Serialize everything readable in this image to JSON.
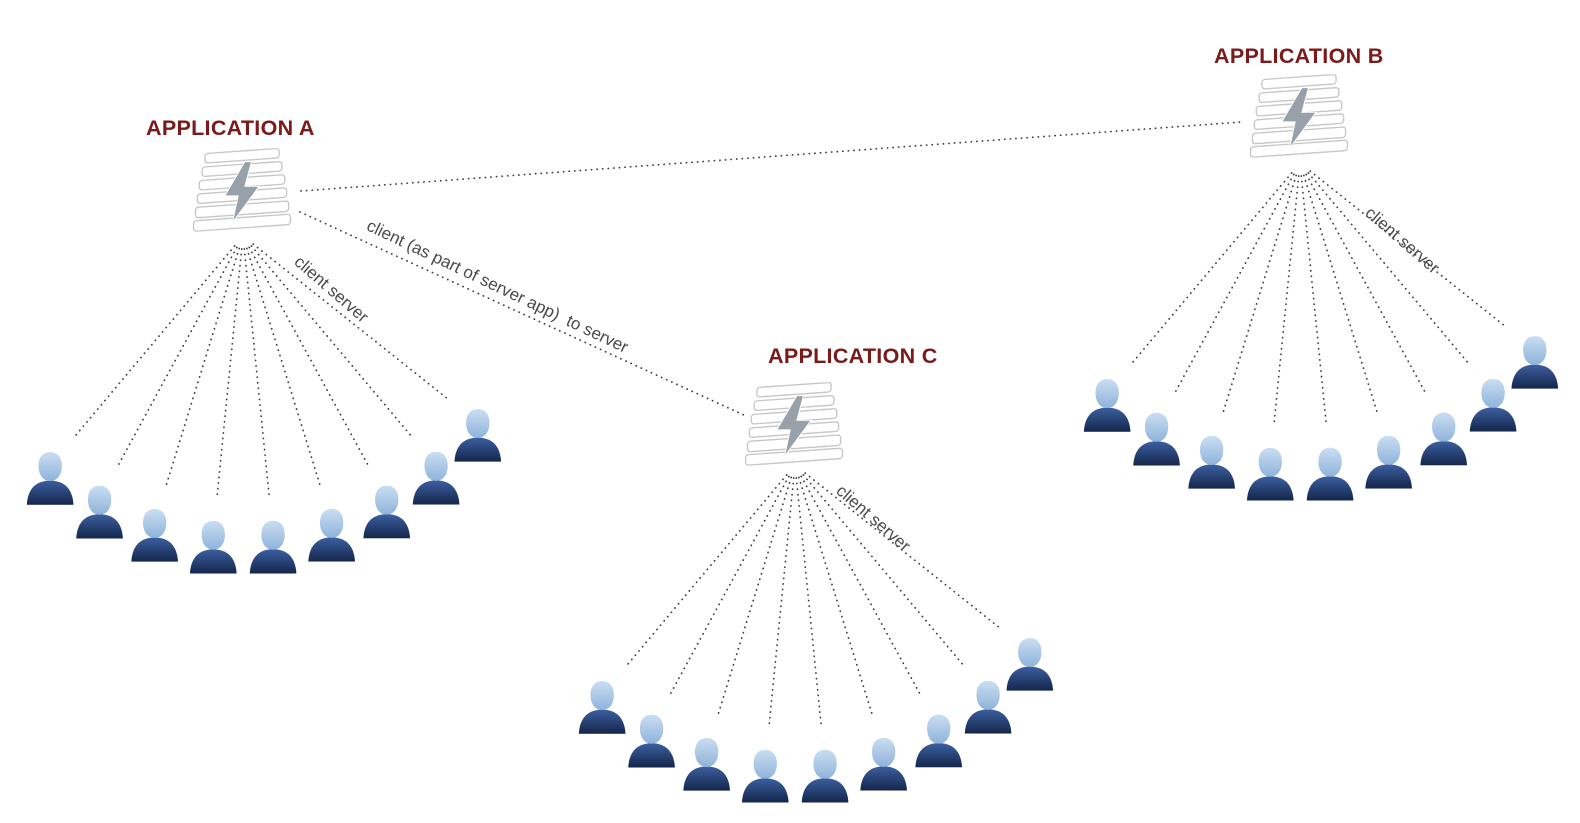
{
  "diagram": {
    "applications": [
      {
        "id": "A",
        "label": "APPLICATION A",
        "fan_label": "client server",
        "clients": 9
      },
      {
        "id": "B",
        "label": "APPLICATION B",
        "fan_label": "client server",
        "clients": 9
      },
      {
        "id": "C",
        "label": "APPLICATION C",
        "fan_label": "client server",
        "clients": 9
      }
    ],
    "connections": [
      {
        "from": "A",
        "to": "B",
        "label": ""
      },
      {
        "from": "A",
        "to": "C",
        "label": "client (as part of server app)  to server"
      }
    ],
    "colors": {
      "app_label": "#7a1a1a",
      "edge_label": "#4a4a4a",
      "dotted_line": "#3d3d3d",
      "person_body": "#1e3a6e",
      "person_head": "#a9c6e8",
      "server_bolt": "#98a0aa",
      "background": "#ffffff"
    }
  }
}
